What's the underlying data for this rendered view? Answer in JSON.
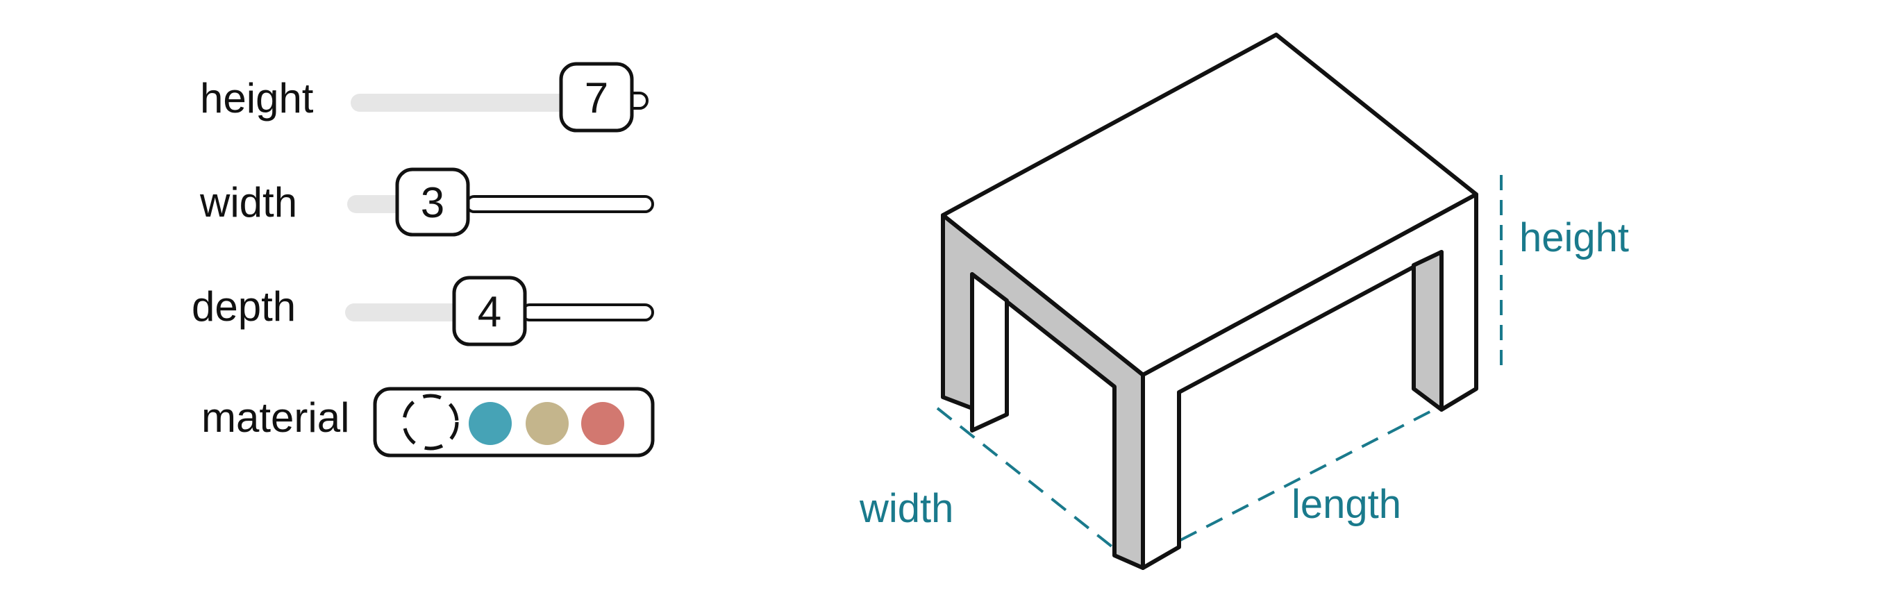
{
  "controls": {
    "height": {
      "label": "height",
      "value": "7",
      "level": 0.92
    },
    "width": {
      "label": "width",
      "value": "3",
      "level": 0.2
    },
    "depth": {
      "label": "depth",
      "value": "4",
      "level": 0.45
    },
    "material": {
      "label": "material",
      "swatches": [
        {
          "name": "none",
          "color": "none"
        },
        {
          "name": "teal",
          "color": "#46a3b6"
        },
        {
          "name": "tan",
          "color": "#c4b58c"
        },
        {
          "name": "coral",
          "color": "#d27870"
        }
      ]
    }
  },
  "diagram": {
    "labels": {
      "height": "height",
      "width": "width",
      "length": "length"
    },
    "colors": {
      "dimension": "#1a7a8c",
      "leg_fill": "#c4c4c4",
      "track": "#e6e6e6",
      "stroke": "#111111"
    }
  }
}
